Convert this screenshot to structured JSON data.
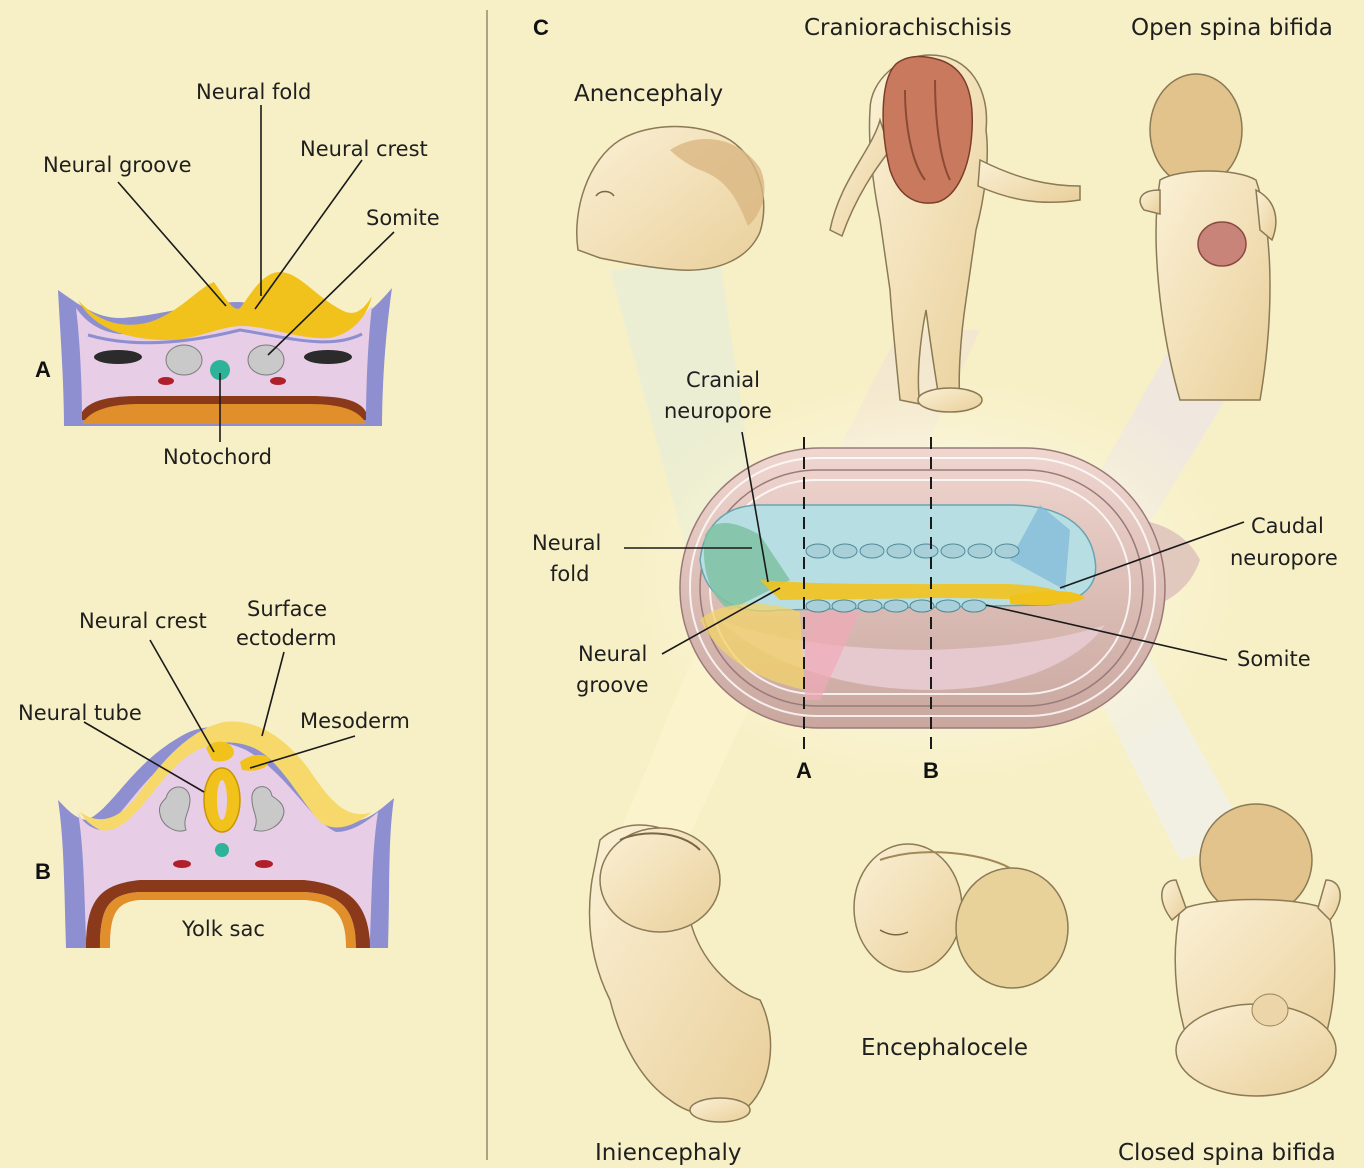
{
  "panel_a": {
    "letter": "A",
    "labels": {
      "neural_fold": "Neural fold",
      "neural_groove": "Neural groove",
      "neural_crest": "Neural crest",
      "somite": "Somite",
      "notochord": "Notochord"
    }
  },
  "panel_b": {
    "letter": "B",
    "labels": {
      "neural_crest": "Neural crest",
      "surface_ectoderm_1": "Surface",
      "surface_ectoderm_2": "ectoderm",
      "neural_tube": "Neural tube",
      "mesoderm": "Mesoderm",
      "yolk_sac": "Yolk sac"
    }
  },
  "panel_c": {
    "letter": "C",
    "defects": {
      "anencephaly": "Anencephaly",
      "craniorachischisis": "Craniorachischisis",
      "open_spina_bifida": "Open spina bifida",
      "iniencephaly": "Iniencephaly",
      "encephalocele": "Encephalocele",
      "closed_spina_bifida": "Closed spina bifida"
    },
    "embryo_labels": {
      "cranial_neuropore_1": "Cranial",
      "cranial_neuropore_2": "neuropore",
      "neural_fold_1": "Neural",
      "neural_fold_2": "fold",
      "neural_groove_1": "Neural",
      "neural_groove_2": "groove",
      "caudal_neuropore_1": "Caudal",
      "caudal_neuropore_2": "neuropore",
      "somite": "Somite"
    },
    "section_markers": {
      "a": "A",
      "b": "B"
    }
  },
  "colors": {
    "background": "#f7f0c6",
    "neural_plate": "#f2c21c",
    "mesoderm": "#e8cde6",
    "ectoderm_outer": "#8e8fd0",
    "endoderm": "#8a3a1a",
    "notochord": "#2db39a",
    "somite": "#c9c9c9",
    "embryo_body": "#e7c9c3"
  }
}
